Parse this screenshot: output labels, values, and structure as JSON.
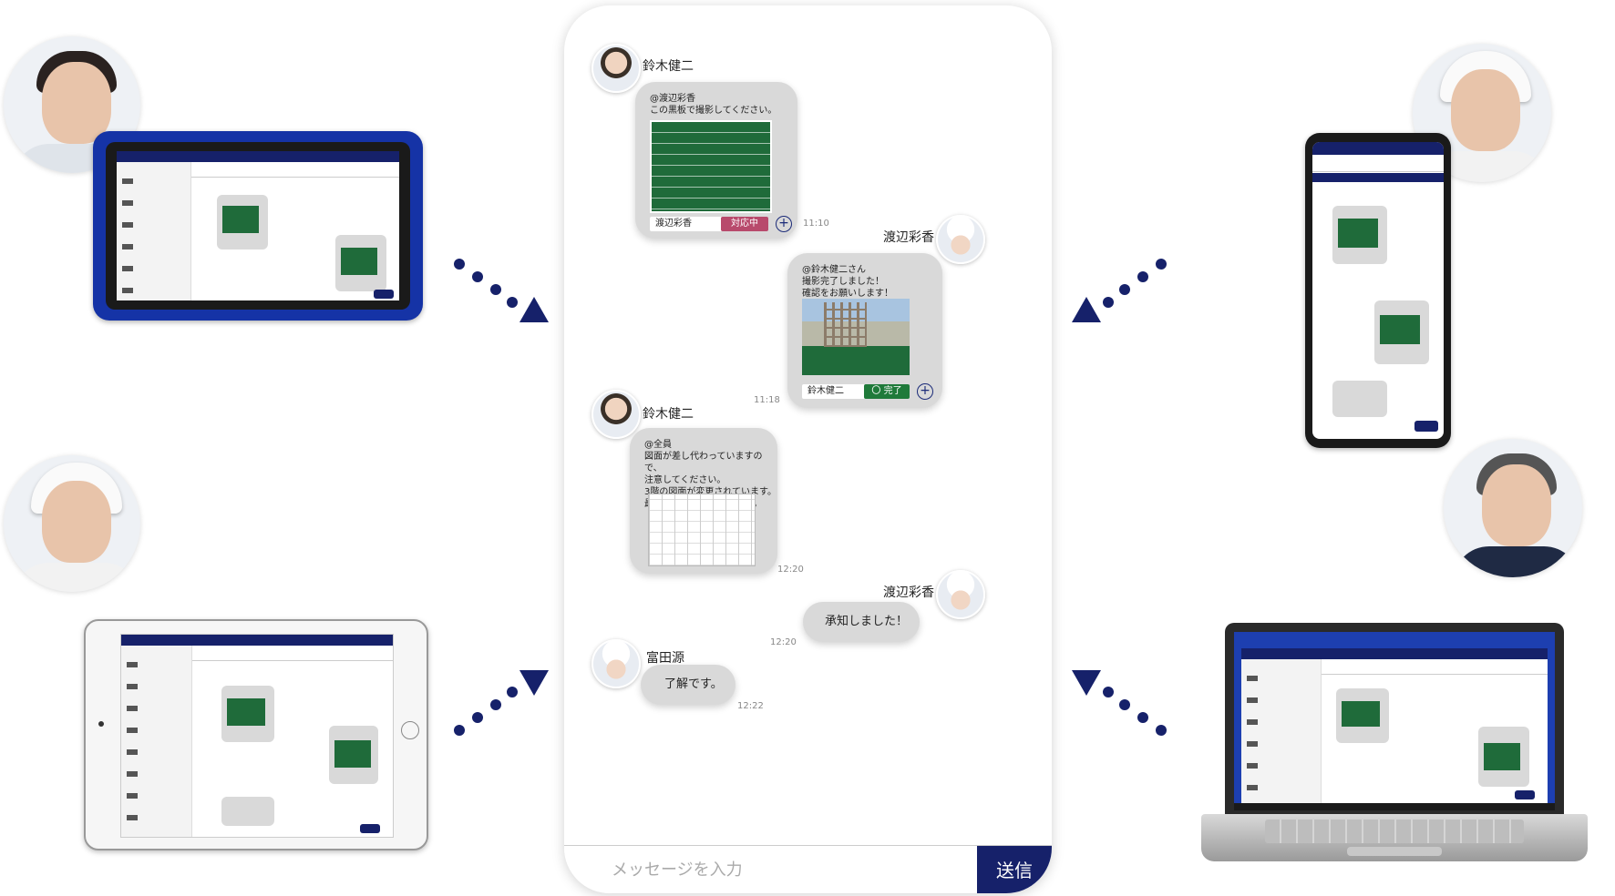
{
  "chat": {
    "messages": [
      {
        "sender": "鈴木健二",
        "text": "@渡辺彩香\nこの黒板で撮影してください。",
        "tag_name": "渡辺彩香",
        "status": "対応中",
        "time": "11:10"
      },
      {
        "sender": "渡辺彩香",
        "text": "@鈴木健二さん\n撮影完了しました！\n確認をお願いします！",
        "tag_name": "鈴木健二",
        "status": "〇 完了",
        "time": "11:18"
      },
      {
        "sender": "鈴木健二",
        "text": "@全員\n図面が差し代わっていますので、\n注意してください。\n3階の図面が変更されています。\n最新版を利用してください。",
        "time": "12:20"
      },
      {
        "sender": "渡辺彩香",
        "text": "承知しました！",
        "time": "12:20"
      },
      {
        "sender": "富田源",
        "text": "了解です。",
        "time": "12:22"
      }
    ],
    "input_placeholder": "メッセージを入力",
    "send_label": "送信"
  },
  "colors": {
    "navy": "#16216a",
    "status_in_progress": "#b84a6c",
    "status_done": "#1f7a3a",
    "bubble": "#d9d9d9"
  },
  "devices": {
    "tablet_rugged": {
      "icon": "tablet-icon"
    },
    "smartphone": {
      "icon": "smartphone-icon"
    },
    "ipad": {
      "icon": "tablet-icon"
    },
    "laptop": {
      "icon": "laptop-icon"
    }
  }
}
